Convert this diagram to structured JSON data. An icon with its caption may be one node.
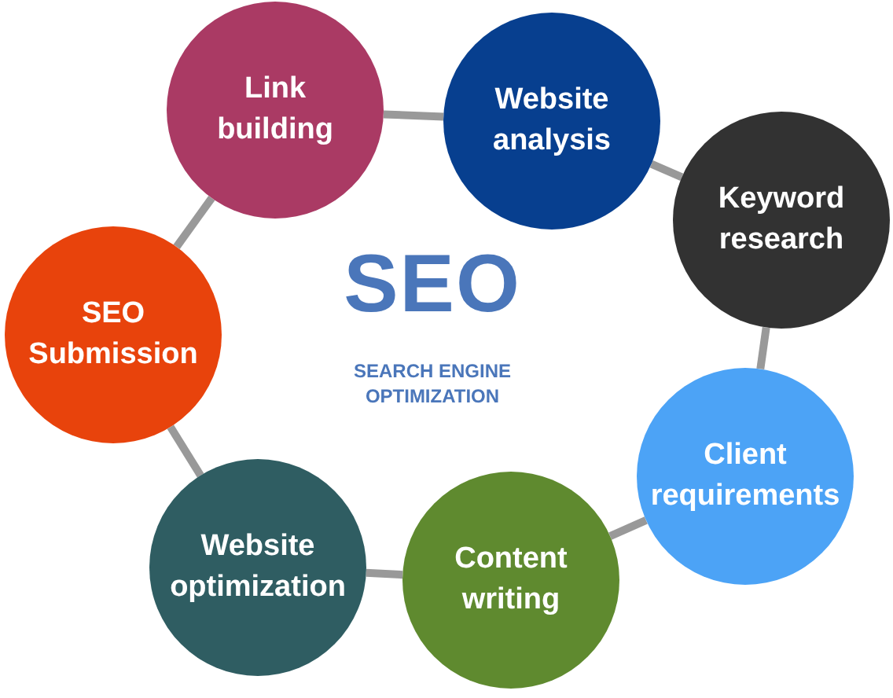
{
  "diagram": {
    "title": "SEO",
    "nodes": [
      {
        "text": [
          "Link building"
        ]
      },
      {
        "text": [
          "Website analysis"
        ]
      },
      {
        "text": [
          "Keyword research"
        ]
      },
      {
        "text": [
          "Client requirements"
        ]
      },
      {
        "text": [
          "Content writing"
        ]
      },
      {
        "text": [
          "Website optimization"
        ]
      },
      {
        "text": [
          "SEO Submission"
        ]
      }
    ],
    "edges": [
      {
        "from": 0,
        "to": 1,
        "arrow": "none"
      },
      {
        "from": 1,
        "to": 2,
        "arrow": "none"
      },
      {
        "from": 2,
        "to": 3,
        "arrow": "none"
      },
      {
        "from": 3,
        "to": 4,
        "arrow": "none"
      },
      {
        "from": 4,
        "to": 5,
        "arrow": "none"
      },
      {
        "from": 5,
        "to": 6,
        "arrow": "none"
      },
      {
        "from": 6,
        "to": 0,
        "arrow": "none"
      }
    ],
    "labels": [
      "SEARCH ENGINE OPTIMIZATION"
    ]
  }
}
